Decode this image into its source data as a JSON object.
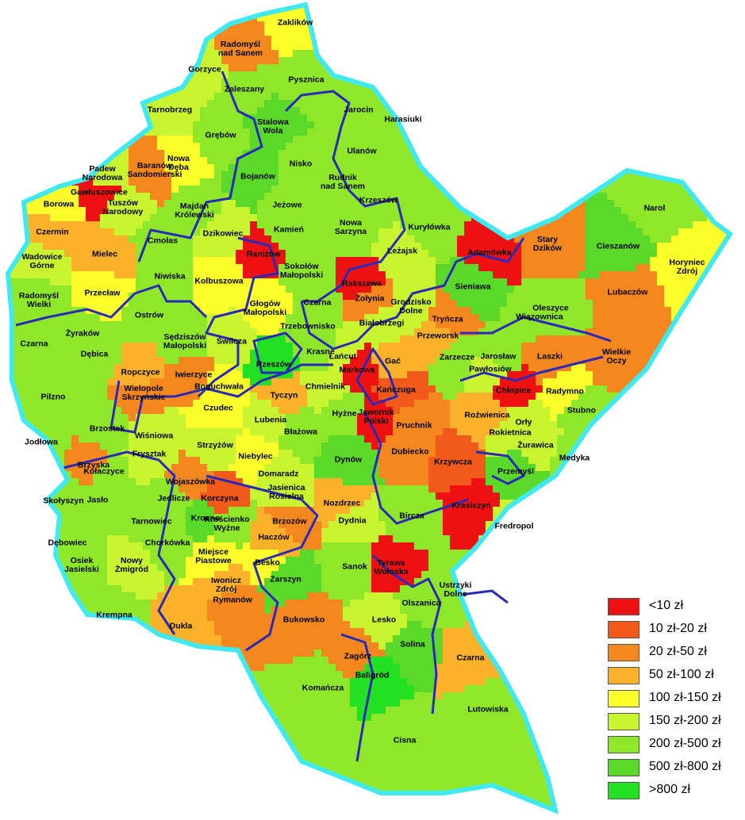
{
  "colors": {
    "lt10": "#ee1111",
    "c10_20": "#f25a1c",
    "c20_50": "#f5871f",
    "c50_100": "#fbb22a",
    "c100_150": "#fdfd2c",
    "c150_200": "#c8f530",
    "c200_500": "#8ee829",
    "c500_800": "#5ad92a",
    "gt800": "#22e022",
    "outline": "#40e8f0",
    "district_border": "#2a2ab8"
  },
  "legend": [
    {
      "label": "<10 zł",
      "color_key": "lt10"
    },
    {
      "label": "10 zł-20 zł",
      "color_key": "c10_20"
    },
    {
      "label": "20 zł-50 zł",
      "color_key": "c20_50"
    },
    {
      "label": "50 zł-100 zł",
      "color_key": "c50_100"
    },
    {
      "label": "100 zł-150 zł",
      "color_key": "c100_150"
    },
    {
      "label": "150 zł-200 zł",
      "color_key": "c150_200"
    },
    {
      "label": "200 zł-500 zł",
      "color_key": "c200_500"
    },
    {
      "label": "500 zł-800 zł",
      "color_key": "c500_800"
    },
    {
      "label": ">800 zł",
      "color_key": "gt800"
    }
  ],
  "municipalities": [
    {
      "name": "Zaklików",
      "cls": "c100_150"
    },
    {
      "name": "Radomyśl\nnad Sanem",
      "cls": "c20_50"
    },
    {
      "name": "Gorzyce",
      "cls": "c150_200"
    },
    {
      "name": "Zaleszany",
      "cls": "c200_500"
    },
    {
      "name": "Pysznica",
      "cls": "c200_500"
    },
    {
      "name": "Tarnobrzeg",
      "cls": "c150_200"
    },
    {
      "name": "Stalowa\nWola",
      "cls": "c500_800"
    },
    {
      "name": "Jarocin",
      "cls": "c200_500"
    },
    {
      "name": "Grębów",
      "cls": "c200_500"
    },
    {
      "name": "Harasiuki",
      "cls": "c200_500"
    },
    {
      "name": "Ulanów",
      "cls": "c200_500"
    },
    {
      "name": "Nowa\nDęba",
      "cls": "c100_150"
    },
    {
      "name": "Padew\nNarodowa",
      "cls": "c150_200"
    },
    {
      "name": "Baranów\nSandomierski",
      "cls": "c20_50"
    },
    {
      "name": "Nisko",
      "cls": "c200_500"
    },
    {
      "name": "Bojanów",
      "cls": "c500_800"
    },
    {
      "name": "Rudnik\nnad Sanem",
      "cls": "c200_500"
    },
    {
      "name": "Gawłuszowice",
      "cls": "lt10"
    },
    {
      "name": "Borowa",
      "cls": "c100_150"
    },
    {
      "name": "Tuszów\nNarodowy",
      "cls": "c150_200"
    },
    {
      "name": "Majdan\nKrólewski",
      "cls": "c200_500"
    },
    {
      "name": "Jeżowe",
      "cls": "c200_500"
    },
    {
      "name": "Krzeszów",
      "cls": "c200_500"
    },
    {
      "name": "Nowa\nSarzyna",
      "cls": "c200_500"
    },
    {
      "name": "Kuryłówka",
      "cls": "c200_500"
    },
    {
      "name": "Narol",
      "cls": "c200_500"
    },
    {
      "name": "Czermin",
      "cls": "c50_100"
    },
    {
      "name": "Kamień",
      "cls": "c200_500"
    },
    {
      "name": "Dzikowiec",
      "cls": "c150_200"
    },
    {
      "name": "Cmolas",
      "cls": "c200_500"
    },
    {
      "name": "Mielec",
      "cls": "c50_100"
    },
    {
      "name": "Raniżów",
      "cls": "lt10"
    },
    {
      "name": "Leżajsk",
      "cls": "c150_200"
    },
    {
      "name": "Adamówka",
      "cls": "lt10"
    },
    {
      "name": "Stary\nDzików",
      "cls": "c20_50"
    },
    {
      "name": "Cieszanów",
      "cls": "c500_800"
    },
    {
      "name": "Horyniec\nZdrój",
      "cls": "c100_150"
    },
    {
      "name": "Wadowice\nGórne",
      "cls": "c150_200"
    },
    {
      "name": "Niwiska",
      "cls": "c200_500"
    },
    {
      "name": "Kolbuszowa",
      "cls": "c100_150"
    },
    {
      "name": "Sokołów\nMałopolski",
      "cls": "c200_500"
    },
    {
      "name": "Rakszawa",
      "cls": "lt10"
    },
    {
      "name": "Żołynia",
      "cls": "c20_50"
    },
    {
      "name": "Sieniawa",
      "cls": "c500_800"
    },
    {
      "name": "Lubaczów",
      "cls": "c20_50"
    },
    {
      "name": "Radomyśl\nWielki",
      "cls": "c200_500"
    },
    {
      "name": "Przecław",
      "cls": "c100_150"
    },
    {
      "name": "Głogów\nMałopolski",
      "cls": "c100_150"
    },
    {
      "name": "Czarna",
      "cls": "c200_500"
    },
    {
      "name": "Grodzisko\nDolne",
      "cls": "c150_200"
    },
    {
      "name": "Oleszyce",
      "cls": "c200_500"
    },
    {
      "name": "Ostrów",
      "cls": "c200_500"
    },
    {
      "name": "Białobrzegi",
      "cls": "c150_200"
    },
    {
      "name": "Tryńcza",
      "cls": "c20_50"
    },
    {
      "name": "Wiązownica",
      "cls": "c200_500"
    },
    {
      "name": "Żyraków",
      "cls": "c200_500"
    },
    {
      "name": "Trzebownisko",
      "cls": "c200_500"
    },
    {
      "name": "Przeworsk",
      "cls": "c50_100"
    },
    {
      "name": "Czarna",
      "cls": "c200_500"
    },
    {
      "name": "Sędziszów\nMałopolski",
      "cls": "c200_500"
    },
    {
      "name": "Świlcza",
      "cls": "c150_200"
    },
    {
      "name": "Krasne",
      "cls": "c200_500"
    },
    {
      "name": "Łańcut",
      "cls": "c150_200"
    },
    {
      "name": "Jarosław",
      "cls": "c200_500"
    },
    {
      "name": "Laszki",
      "cls": "c20_50"
    },
    {
      "name": "Wielkie\nOczy",
      "cls": "c20_50"
    },
    {
      "name": "Dębica",
      "cls": "c200_500"
    },
    {
      "name": "Rzeszów",
      "cls": "gt800"
    },
    {
      "name": "Markowa",
      "cls": "lt10"
    },
    {
      "name": "Gać",
      "cls": "c50_100"
    },
    {
      "name": "Zarzecze",
      "cls": "c200_500"
    },
    {
      "name": "Pawłosiów",
      "cls": "c150_200"
    },
    {
      "name": "Ropczyce",
      "cls": "c50_100"
    },
    {
      "name": "Iwierzyce",
      "cls": "c20_50"
    },
    {
      "name": "Boguchwała",
      "cls": "c100_150"
    },
    {
      "name": "Chmielnik",
      "cls": "c150_200"
    },
    {
      "name": "Kańczuga",
      "cls": "c10_20"
    },
    {
      "name": "Chłopice",
      "cls": "lt10"
    },
    {
      "name": "Radymno",
      "cls": "c100_150"
    },
    {
      "name": "Pilzno",
      "cls": "c200_500"
    },
    {
      "name": "Tyczyn",
      "cls": "c50_100"
    },
    {
      "name": "Wielopole\nSkrzyńskie",
      "cls": "c20_50"
    },
    {
      "name": "Czudec",
      "cls": "c100_150"
    },
    {
      "name": "Lubenia",
      "cls": "c150_200"
    },
    {
      "name": "Hyżne",
      "cls": "c200_500"
    },
    {
      "name": "Jawornik\nPolski",
      "cls": "lt10"
    },
    {
      "name": "Pruchnik",
      "cls": "c20_50"
    },
    {
      "name": "Roźwienica",
      "cls": "c50_100"
    },
    {
      "name": "Orły",
      "cls": "c150_200"
    },
    {
      "name": "Stubno",
      "cls": "c200_500"
    },
    {
      "name": "Brzostek",
      "cls": "c200_500"
    },
    {
      "name": "Rokietnica",
      "cls": "c150_200"
    },
    {
      "name": "Jodłowa",
      "cls": "c200_500"
    },
    {
      "name": "Wiśniowa",
      "cls": "c150_200"
    },
    {
      "name": "Strzyżów",
      "cls": "c150_200"
    },
    {
      "name": "Błażowa",
      "cls": "c200_500"
    },
    {
      "name": "Dubiecko",
      "cls": "c20_50"
    },
    {
      "name": "Krzywcza",
      "cls": "c10_20"
    },
    {
      "name": "Żurawica",
      "cls": "c150_200"
    },
    {
      "name": "Medyka",
      "cls": "c200_500"
    },
    {
      "name": "Frysztak",
      "cls": "c150_200"
    },
    {
      "name": "Niebylec",
      "cls": "c100_150"
    },
    {
      "name": "Dynów",
      "cls": "c500_800"
    },
    {
      "name": "Brzyska",
      "cls": "c20_50"
    },
    {
      "name": "Kołaczyce",
      "cls": "c200_500"
    },
    {
      "name": "Domaradz",
      "cls": "c150_200"
    },
    {
      "name": "Przemyśl",
      "cls": "c500_800"
    },
    {
      "name": "Wojaszówka",
      "cls": "c20_50"
    },
    {
      "name": "Jasienica\nRosielna",
      "cls": "c150_200"
    },
    {
      "name": "Nozdrzec",
      "cls": "c50_100"
    },
    {
      "name": "Krasiczyn",
      "cls": "lt10"
    },
    {
      "name": "Skołyszyn",
      "cls": "c200_500"
    },
    {
      "name": "Korczyna",
      "cls": "c10_20"
    },
    {
      "name": "Jedlicze",
      "cls": "c200_500"
    },
    {
      "name": "Jasło",
      "cls": "c200_500"
    },
    {
      "name": "Krosno",
      "cls": "c500_800"
    },
    {
      "name": "Tarnowiec",
      "cls": "c200_500"
    },
    {
      "name": "Krościenko\nWyżne",
      "cls": "c200_500"
    },
    {
      "name": "Brzozów",
      "cls": "c20_50"
    },
    {
      "name": "Dydnia",
      "cls": "c150_200"
    },
    {
      "name": "Bircza",
      "cls": "c200_500"
    },
    {
      "name": "Fredropol",
      "cls": "c150_200"
    },
    {
      "name": "Chorkówka",
      "cls": "c200_500"
    },
    {
      "name": "Haczów",
      "cls": "c50_100"
    },
    {
      "name": "Dębowiec",
      "cls": "c200_500"
    },
    {
      "name": "Miejsce\nPiastowe",
      "cls": "c100_150"
    },
    {
      "name": "Osiek\nJasielski",
      "cls": "c200_500"
    },
    {
      "name": "Nowy\nŻmigród",
      "cls": "c150_200"
    },
    {
      "name": "Besko",
      "cls": "c100_150"
    },
    {
      "name": "Sanok",
      "cls": "c200_500"
    },
    {
      "name": "Tyrawa\nWołoska",
      "cls": "lt10"
    },
    {
      "name": "Iwonicz\nZdrój",
      "cls": "c50_100"
    },
    {
      "name": "Zarszyn",
      "cls": "c500_800"
    },
    {
      "name": "Ustrzyki\nDolne",
      "cls": "c200_500"
    },
    {
      "name": "Rymanów",
      "cls": "c20_50"
    },
    {
      "name": "Olszanica",
      "cls": "c200_500"
    },
    {
      "name": "Krempna",
      "cls": "c200_500"
    },
    {
      "name": "Dukla",
      "cls": "c50_100"
    },
    {
      "name": "Bukowsko",
      "cls": "c20_50"
    },
    {
      "name": "Lesko",
      "cls": "c150_200"
    },
    {
      "name": "Zagórz",
      "cls": "c20_50"
    },
    {
      "name": "Solina",
      "cls": "c500_800"
    },
    {
      "name": "Czarna",
      "cls": "c50_100"
    },
    {
      "name": "Baligród",
      "cls": "gt800"
    },
    {
      "name": "Komańcza",
      "cls": "c200_500"
    },
    {
      "name": "Lutowiska",
      "cls": "c200_500"
    },
    {
      "name": "Cisna",
      "cls": "c200_500"
    }
  ]
}
